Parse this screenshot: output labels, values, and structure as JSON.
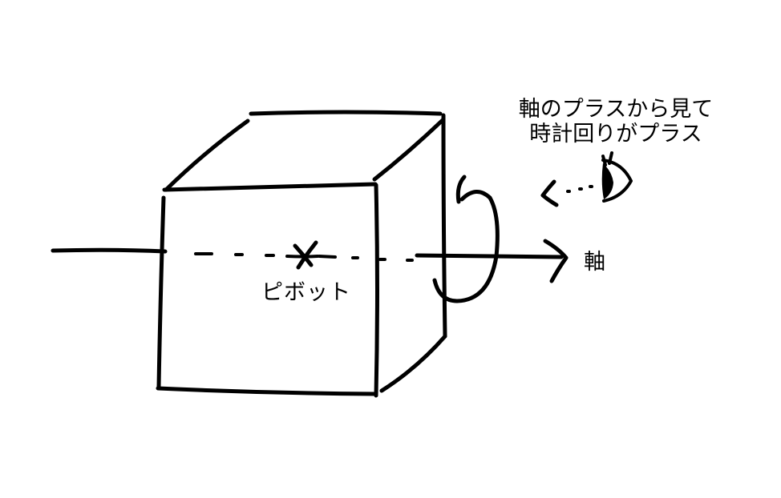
{
  "labels": {
    "pivot": "ピボット",
    "axis": "軸",
    "note_line1": "軸のプラスから見て",
    "note_line2": "時計回りがプラス"
  },
  "colors": {
    "ink": "#000000",
    "background": "#ffffff"
  },
  "icons": {
    "pivot_marker": "x-mark",
    "viewer": "eye-icon",
    "rotation": "rotation-arrow"
  }
}
